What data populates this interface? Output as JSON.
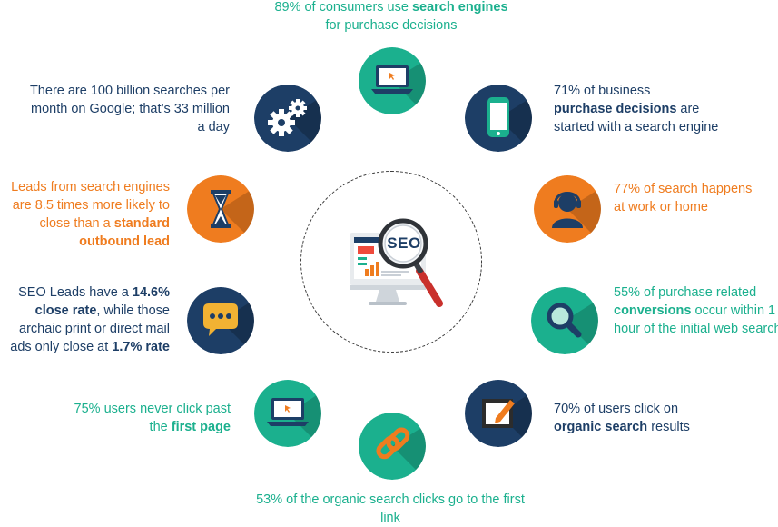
{
  "colors": {
    "teal": "#1bb08e",
    "navy": "#1d3e66",
    "orange": "#ef7c1f",
    "shadow": "rgba(0,0,0,0.22)"
  },
  "center": {
    "logo_text": "SEO",
    "icon": "monitor-magnifier-icon"
  },
  "stats": [
    {
      "id": "search-engines",
      "icon": "laptop-icon",
      "color": "teal",
      "parts": [
        {
          "text": "89% of consumers use ",
          "bold": false
        },
        {
          "text": "search engines",
          "bold": true
        },
        {
          "text": " for purchase decisions",
          "bold": false
        }
      ]
    },
    {
      "id": "purchase-decisions",
      "icon": "smartphone-icon",
      "color": "navy",
      "parts": [
        {
          "text": "71% of business ",
          "bold": false
        },
        {
          "text": "purchase decisions",
          "bold": true
        },
        {
          "text": " are started with a search engine",
          "bold": false
        }
      ]
    },
    {
      "id": "work-or-home",
      "icon": "headset-user-icon",
      "color": "orange",
      "parts": [
        {
          "text": "77% of search happens at work or home",
          "bold": false
        }
      ]
    },
    {
      "id": "conversions",
      "icon": "magnifier-icon",
      "color": "teal",
      "parts": [
        {
          "text": "55% of purchase related ",
          "bold": false
        },
        {
          "text": "conversions",
          "bold": true
        },
        {
          "text": " occur within 1 hour of the initial web search",
          "bold": false
        }
      ]
    },
    {
      "id": "organic-search",
      "icon": "edit-pencil-icon",
      "color": "navy",
      "parts": [
        {
          "text": "70% of users click on ",
          "bold": false
        },
        {
          "text": "organic search",
          "bold": true
        },
        {
          "text": " results",
          "bold": false
        }
      ]
    },
    {
      "id": "first-link",
      "icon": "chain-link-icon",
      "color": "teal",
      "parts": [
        {
          "text": "53% of the organic search clicks go to the first link",
          "bold": false
        }
      ]
    },
    {
      "id": "first-page",
      "icon": "laptop-icon",
      "color": "teal",
      "parts": [
        {
          "text": "75% users never click past the ",
          "bold": false
        },
        {
          "text": "first page",
          "bold": true
        }
      ]
    },
    {
      "id": "close-rate",
      "icon": "chat-bubble-icon",
      "color": "navy",
      "parts": [
        {
          "text": "SEO Leads have a ",
          "bold": false
        },
        {
          "text": "14.6% close rate",
          "bold": true
        },
        {
          "text": ", while those archaic print or direct mail ads only close at ",
          "bold": false
        },
        {
          "text": "1.7% rate",
          "bold": true
        }
      ]
    },
    {
      "id": "leads",
      "icon": "hourglass-icon",
      "color": "orange",
      "parts": [
        {
          "text": "Leads from search engines are 8.5 times more likely to close than a ",
          "bold": false
        },
        {
          "text": "standard outbound lead",
          "bold": true
        }
      ]
    },
    {
      "id": "searches",
      "icon": "gears-icon",
      "color": "navy",
      "parts": [
        {
          "text": "There are 100 billion searches per month on Google; that’s 33 million a day",
          "bold": false
        }
      ]
    }
  ]
}
